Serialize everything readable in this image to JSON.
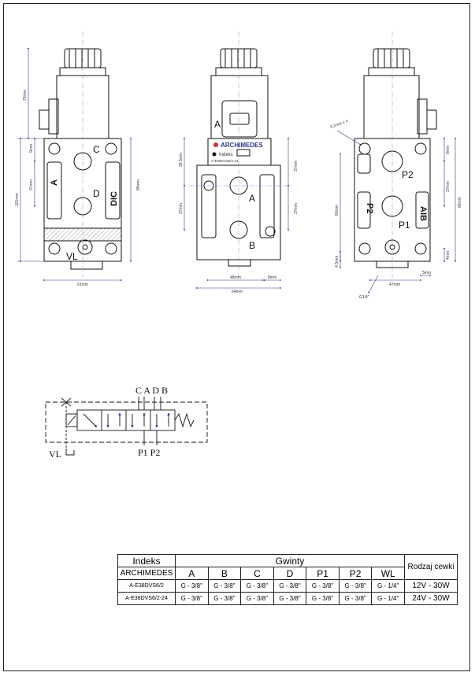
{
  "views": {
    "front": {
      "port_labels": [
        "C",
        "D",
        "VL",
        "A",
        "DIC"
      ],
      "dims": [
        "73mm",
        "9mm",
        "37mm",
        "101mm",
        "85mm",
        "61mm"
      ]
    },
    "middle": {
      "nameplate_brand": "ARCHIMEDES",
      "nameplate_label": "Indeks",
      "nameplate_code": "A-E38DVS6/2-24",
      "port_labels": [
        "A",
        "B"
      ],
      "connector_letter": "A",
      "dims": [
        "39.5mm",
        "37mm",
        "37mm",
        "37mm",
        "48mm",
        "8mm",
        "64mm"
      ]
    },
    "side": {
      "port_labels": [
        "P2",
        "P1",
        "P2",
        "AIB"
      ],
      "dims": [
        "8.2mm x 4",
        "9mm",
        "37mm",
        "80mm",
        "89mm",
        "4.5mm",
        "4mm",
        "47mm",
        "5mm",
        "G1/4\""
      ]
    }
  },
  "schematic": {
    "top_ports": "C A D B",
    "bottom_ports": "P1 P2",
    "drain_port": "VL"
  },
  "table": {
    "header_index": "Indeks",
    "header_threads": "Gwinty",
    "header_coil": "Rodzaj cewki",
    "brand": "ARCHIMEDES",
    "columns": [
      "A",
      "B",
      "C",
      "D",
      "P1",
      "P2",
      "WL"
    ],
    "rows": [
      {
        "index": "A-E38DVS6/2",
        "threads": [
          "G - 3/8\"",
          "G - 3/8\"",
          "G - 3/8\"",
          "G - 3/8\"",
          "G - 3/8\"",
          "G - 3/8\"",
          "G - 1/4\""
        ],
        "coil": "12V - 30W"
      },
      {
        "index": "A-E38DVS6/2-24",
        "threads": [
          "G - 3/8\"",
          "G - 3/8\"",
          "G - 3/8\"",
          "G - 3/8\"",
          "G - 3/8\"",
          "G - 3/8\"",
          "G - 1/4\""
        ],
        "coil": "24V - 30W"
      }
    ]
  }
}
